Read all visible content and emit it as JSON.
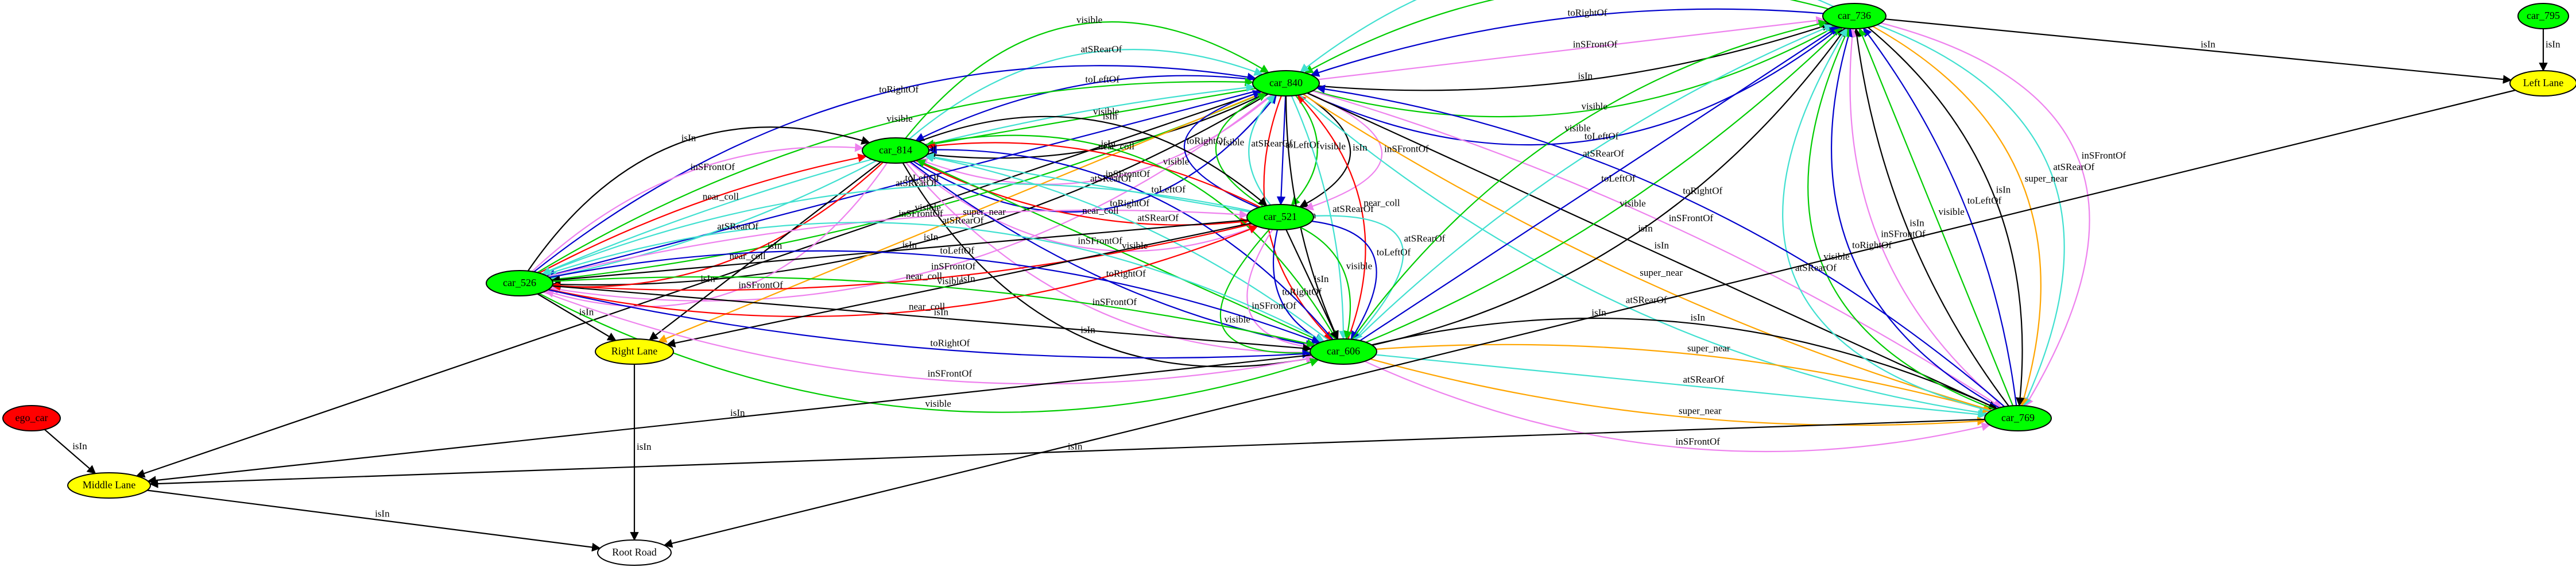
{
  "colors": {
    "car": "#00ff00",
    "lane": "#ffff00",
    "ego": "#ff0000",
    "road": "#ffffff",
    "isIn": "#000000",
    "visible": "#00cc00",
    "atSRearOf": "#40e0d0",
    "toLeftOf": "#0000cc",
    "toRightOf": "#0000cc",
    "inSFrontOf": "#ee82ee",
    "near_coll": "#ff0000",
    "super_near": "#ffa500"
  },
  "nodes": [
    {
      "id": "car_736",
      "label": "car_736",
      "kind": "car"
    },
    {
      "id": "car_795",
      "label": "car_795",
      "kind": "car"
    },
    {
      "id": "car_840",
      "label": "car_840",
      "kind": "car"
    },
    {
      "id": "car_814",
      "label": "car_814",
      "kind": "car"
    },
    {
      "id": "car_521",
      "label": "car_521",
      "kind": "car"
    },
    {
      "id": "car_526",
      "label": "car_526",
      "kind": "car"
    },
    {
      "id": "car_606",
      "label": "car_606",
      "kind": "car"
    },
    {
      "id": "car_769",
      "label": "car_769",
      "kind": "car"
    },
    {
      "id": "ego_car",
      "label": "ego_car",
      "kind": "ego"
    },
    {
      "id": "left_lane",
      "label": "Left Lane",
      "kind": "lane"
    },
    {
      "id": "right_lane",
      "label": "Right Lane",
      "kind": "lane"
    },
    {
      "id": "middle_lane",
      "label": "Middle Lane",
      "kind": "lane"
    },
    {
      "id": "root_road",
      "label": "Root Road",
      "kind": "road"
    }
  ],
  "edges": [
    {
      "from": "car_840",
      "to": "car_736",
      "label": "toLeftOf",
      "type": "toLeftOf"
    },
    {
      "from": "car_840",
      "to": "car_736",
      "label": "visible",
      "type": "visible"
    },
    {
      "from": "car_840",
      "to": "car_736",
      "label": "isIn",
      "type": "isIn"
    },
    {
      "from": "car_840",
      "to": "car_736",
      "label": "inSFrontOf",
      "type": "inSFrontOf"
    },
    {
      "from": "car_736",
      "to": "car_840",
      "label": "toRightOf",
      "type": "toRightOf"
    },
    {
      "from": "car_736",
      "to": "car_840",
      "label": "visible",
      "type": "visible"
    },
    {
      "from": "car_736",
      "to": "car_840",
      "label": "atSRearOf",
      "type": "atSRearOf"
    },
    {
      "from": "car_736",
      "to": "left_lane",
      "label": "isIn",
      "type": "isIn"
    },
    {
      "from": "car_795",
      "to": "left_lane",
      "label": "isIn",
      "type": "isIn"
    },
    {
      "from": "car_814",
      "to": "car_840",
      "label": "visible",
      "type": "visible"
    },
    {
      "from": "car_814",
      "to": "car_840",
      "label": "atSRearOf",
      "type": "atSRearOf"
    },
    {
      "from": "car_840",
      "to": "car_814",
      "label": "toLeftOf",
      "type": "toLeftOf"
    },
    {
      "from": "car_840",
      "to": "car_814",
      "label": "visible",
      "type": "visible"
    },
    {
      "from": "car_840",
      "to": "car_814",
      "label": "isIn",
      "type": "isIn"
    },
    {
      "from": "car_840",
      "to": "car_814",
      "label": "inSFrontOf",
      "type": "inSFrontOf"
    },
    {
      "from": "car_814",
      "to": "car_840",
      "label": "toRightOf",
      "type": "toRightOf"
    },
    {
      "from": "car_526",
      "to": "car_840",
      "label": "toRightOf",
      "type": "toRightOf"
    },
    {
      "from": "car_526",
      "to": "car_840",
      "label": "visible",
      "type": "visible"
    },
    {
      "from": "car_526",
      "to": "car_840",
      "label": "atSRearOf",
      "type": "atSRearOf"
    },
    {
      "from": "car_840",
      "to": "car_526",
      "label": "toLeftOf",
      "type": "toLeftOf"
    },
    {
      "from": "car_840",
      "to": "car_526",
      "label": "visible",
      "type": "visible"
    },
    {
      "from": "car_840",
      "to": "car_526",
      "label": "isIn",
      "type": "isIn"
    },
    {
      "from": "car_840",
      "to": "car_526",
      "label": "inSFrontOf",
      "type": "inSFrontOf"
    },
    {
      "from": "car_840",
      "to": "middle_lane",
      "label": "isIn",
      "type": "isIn"
    },
    {
      "from": "car_840",
      "to": "right_lane",
      "label": "super_near",
      "type": "super_near"
    },
    {
      "from": "car_521",
      "to": "car_840",
      "label": "toRightOf",
      "type": "toRightOf"
    },
    {
      "from": "car_521",
      "to": "car_840",
      "label": "visible",
      "type": "visible"
    },
    {
      "from": "car_521",
      "to": "car_840",
      "label": "atSRearOf",
      "type": "atSRearOf"
    },
    {
      "from": "car_840",
      "to": "car_521",
      "label": "toLeftOf",
      "type": "toLeftOf"
    },
    {
      "from": "car_840",
      "to": "car_521",
      "label": "visible",
      "type": "visible"
    },
    {
      "from": "car_840",
      "to": "car_521",
      "label": "isIn",
      "type": "isIn"
    },
    {
      "from": "car_840",
      "to": "car_521",
      "label": "inSFrontOf",
      "type": "inSFrontOf"
    },
    {
      "from": "car_840",
      "to": "car_606",
      "label": "near_coll",
      "type": "near_coll"
    },
    {
      "from": "car_840",
      "to": "car_606",
      "label": "isIn",
      "type": "isIn"
    },
    {
      "from": "car_840",
      "to": "car_606",
      "label": "atSRearOf",
      "type": "atSRearOf"
    },
    {
      "from": "car_606",
      "to": "car_840",
      "label": "near_coll",
      "type": "near_coll"
    },
    {
      "from": "car_840",
      "to": "car_769",
      "label": "atSRearOf",
      "type": "atSRearOf"
    },
    {
      "from": "car_840",
      "to": "car_769",
      "label": "super_near",
      "type": "super_near"
    },
    {
      "from": "car_840",
      "to": "car_769",
      "label": "isIn",
      "type": "isIn"
    },
    {
      "from": "car_840",
      "to": "car_769",
      "label": "inSFrontOf",
      "type": "inSFrontOf"
    },
    {
      "from": "car_814",
      "to": "car_521",
      "label": "inSFrontOf",
      "type": "inSFrontOf"
    },
    {
      "from": "car_814",
      "to": "car_521",
      "label": "near_coll",
      "type": "near_coll"
    },
    {
      "from": "car_521",
      "to": "car_814",
      "label": "atSRearOf",
      "type": "atSRearOf"
    },
    {
      "from": "car_521",
      "to": "car_814",
      "label": "near_coll",
      "type": "near_coll"
    },
    {
      "from": "car_814",
      "to": "car_521",
      "label": "isIn",
      "type": "isIn"
    },
    {
      "from": "car_526",
      "to": "car_814",
      "label": "isIn",
      "type": "isIn"
    },
    {
      "from": "car_526",
      "to": "car_814",
      "label": "inSFrontOf",
      "type": "inSFrontOf"
    },
    {
      "from": "car_526",
      "to": "car_814",
      "label": "near_coll",
      "type": "near_coll"
    },
    {
      "from": "car_814",
      "to": "car_526",
      "label": "atSRearOf",
      "type": "atSRearOf"
    },
    {
      "from": "car_814",
      "to": "car_526",
      "label": "near_coll",
      "type": "near_coll"
    },
    {
      "from": "car_814",
      "to": "car_526",
      "label": "inSFrontOf",
      "type": "inSFrontOf"
    },
    {
      "from": "car_814",
      "to": "right_lane",
      "label": "isIn",
      "type": "isIn"
    },
    {
      "from": "car_814",
      "to": "car_606",
      "label": "isIn",
      "type": "isIn"
    },
    {
      "from": "car_814",
      "to": "car_606",
      "label": "inSFrontOf",
      "type": "inSFrontOf"
    },
    {
      "from": "car_814",
      "to": "car_606",
      "label": "toRightOf",
      "type": "toRightOf"
    },
    {
      "from": "car_606",
      "to": "car_814",
      "label": "visible",
      "type": "visible"
    },
    {
      "from": "car_606",
      "to": "car_814",
      "label": "atSRearOf",
      "type": "atSRearOf"
    },
    {
      "from": "car_606",
      "to": "car_814",
      "label": "toLeftOf",
      "type": "toLeftOf"
    },
    {
      "from": "car_814",
      "to": "car_606",
      "label": "visible",
      "type": "visible"
    },
    {
      "from": "car_526",
      "to": "car_521",
      "label": "near_coll",
      "type": "near_coll"
    },
    {
      "from": "car_521",
      "to": "car_526",
      "label": "near_coll",
      "type": "near_coll"
    },
    {
      "from": "car_521",
      "to": "car_526",
      "label": "isIn",
      "type": "isIn"
    },
    {
      "from": "car_526",
      "to": "car_521",
      "label": "inSFrontOf",
      "type": "inSFrontOf"
    },
    {
      "from": "car_521",
      "to": "car_526",
      "label": "atSRearOf",
      "type": "atSRearOf"
    },
    {
      "from": "car_521",
      "to": "right_lane",
      "label": "isIn",
      "type": "isIn"
    },
    {
      "from": "car_521",
      "to": "car_606",
      "label": "atSRearOf",
      "type": "atSRearOf"
    },
    {
      "from": "car_521",
      "to": "car_606",
      "label": "toLeftOf",
      "type": "toLeftOf"
    },
    {
      "from": "car_521",
      "to": "car_606",
      "label": "visible",
      "type": "visible"
    },
    {
      "from": "car_521",
      "to": "car_606",
      "label": "isIn",
      "type": "isIn"
    },
    {
      "from": "car_521",
      "to": "car_606",
      "label": "toRightOf",
      "type": "toRightOf"
    },
    {
      "from": "car_521",
      "to": "car_606",
      "label": "inSFrontOf",
      "type": "inSFrontOf"
    },
    {
      "from": "car_521",
      "to": "car_606",
      "label": "visible",
      "type": "visible"
    },
    {
      "from": "car_526",
      "to": "right_lane",
      "label": "isIn",
      "type": "isIn"
    },
    {
      "from": "car_526",
      "to": "car_606",
      "label": "atSRearOf",
      "type": "atSRearOf"
    },
    {
      "from": "car_526",
      "to": "car_606",
      "label": "toLeftOf",
      "type": "toLeftOf"
    },
    {
      "from": "car_526",
      "to": "car_606",
      "label": "visible",
      "type": "visible"
    },
    {
      "from": "car_526",
      "to": "car_606",
      "label": "isIn",
      "type": "isIn"
    },
    {
      "from": "car_526",
      "to": "car_606",
      "label": "toRightOf",
      "type": "toRightOf"
    },
    {
      "from": "car_526",
      "to": "car_606",
      "label": "inSFrontOf",
      "type": "inSFrontOf"
    },
    {
      "from": "car_526",
      "to": "car_606",
      "label": "visible",
      "type": "visible"
    },
    {
      "from": "car_606",
      "to": "car_736",
      "label": "visible",
      "type": "visible"
    },
    {
      "from": "car_606",
      "to": "car_736",
      "label": "atSRearOf",
      "type": "atSRearOf"
    },
    {
      "from": "car_606",
      "to": "car_736",
      "label": "toLeftOf",
      "type": "toLeftOf"
    },
    {
      "from": "car_606",
      "to": "car_736",
      "label": "visible",
      "type": "visible"
    },
    {
      "from": "car_606",
      "to": "car_736",
      "label": "isIn",
      "type": "isIn"
    },
    {
      "from": "car_606",
      "to": "middle_lane",
      "label": "isIn",
      "type": "isIn"
    },
    {
      "from": "car_606",
      "to": "car_769",
      "label": "isIn",
      "type": "isIn"
    },
    {
      "from": "car_606",
      "to": "car_769",
      "label": "super_near",
      "type": "super_near"
    },
    {
      "from": "car_606",
      "to": "car_769",
      "label": "atSRearOf",
      "type": "atSRearOf"
    },
    {
      "from": "car_606",
      "to": "car_769",
      "label": "super_near",
      "type": "super_near"
    },
    {
      "from": "car_606",
      "to": "car_769",
      "label": "inSFrontOf",
      "type": "inSFrontOf"
    },
    {
      "from": "car_736",
      "to": "car_769",
      "label": "inSFrontOf",
      "type": "inSFrontOf"
    },
    {
      "from": "car_736",
      "to": "car_769",
      "label": "atSRearOf",
      "type": "atSRearOf"
    },
    {
      "from": "car_736",
      "to": "car_769",
      "label": "super_near",
      "type": "super_near"
    },
    {
      "from": "car_736",
      "to": "car_769",
      "label": "isIn",
      "type": "isIn"
    },
    {
      "from": "car_769",
      "to": "car_736",
      "label": "toLeftOf",
      "type": "toLeftOf"
    },
    {
      "from": "car_769",
      "to": "car_736",
      "label": "visible",
      "type": "visible"
    },
    {
      "from": "car_769",
      "to": "car_736",
      "label": "isIn",
      "type": "isIn"
    },
    {
      "from": "car_769",
      "to": "car_736",
      "label": "inSFrontOf",
      "type": "inSFrontOf"
    },
    {
      "from": "car_769",
      "to": "car_736",
      "label": "toRightOf",
      "type": "toRightOf"
    },
    {
      "from": "car_769",
      "to": "car_736",
      "label": "visible",
      "type": "visible"
    },
    {
      "from": "car_769",
      "to": "car_736",
      "label": "atSRearOf",
      "type": "atSRearOf"
    },
    {
      "from": "car_769",
      "to": "car_840",
      "label": "toRightOf",
      "type": "toRightOf"
    },
    {
      "from": "car_769",
      "to": "middle_lane",
      "label": "isIn",
      "type": "isIn"
    },
    {
      "from": "ego_car",
      "to": "middle_lane",
      "label": "isIn",
      "type": "isIn"
    },
    {
      "from": "middle_lane",
      "to": "root_road",
      "label": "isIn",
      "type": "isIn"
    },
    {
      "from": "right_lane",
      "to": "root_road",
      "label": "isIn",
      "type": "isIn"
    },
    {
      "from": "left_lane",
      "to": "root_road",
      "label": "isIn",
      "type": "isIn"
    }
  ]
}
